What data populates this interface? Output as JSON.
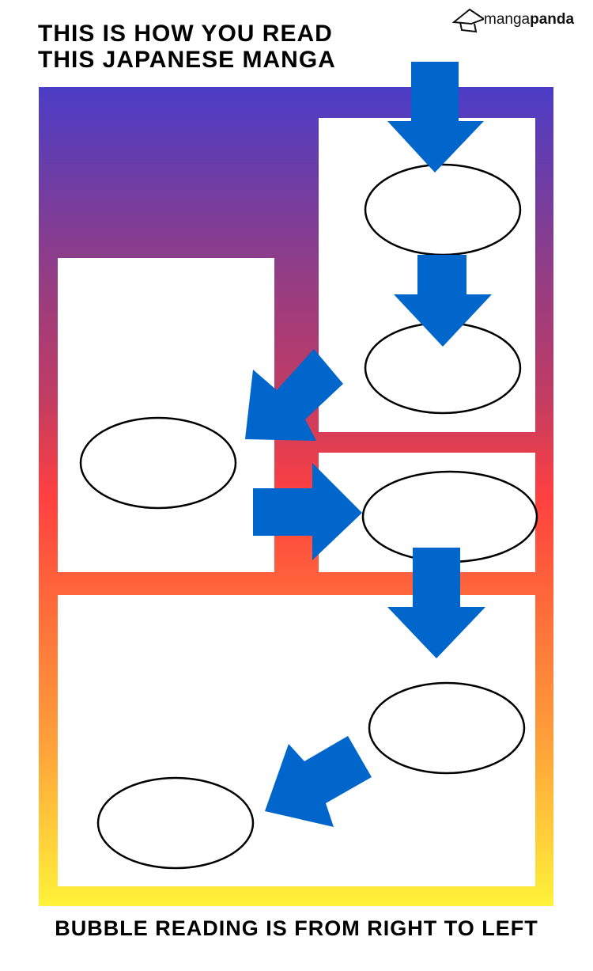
{
  "title": {
    "line1": "This is how you read",
    "line2": "this Japanese manga"
  },
  "logo": {
    "part1": "manga",
    "part2": "panda"
  },
  "footer": "Bubble reading is from right to left",
  "colors": {
    "arrow": "#0066cc",
    "gradient_top": "#4b3dc6",
    "gradient_mid": "#ff4040",
    "gradient_bottom": "#fff23a"
  }
}
